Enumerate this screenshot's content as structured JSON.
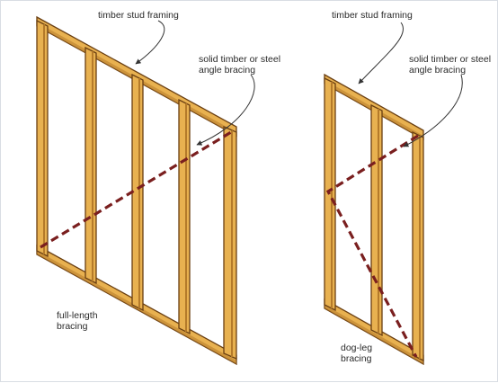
{
  "left_panel": {
    "callout_framing": "timber stud framing",
    "callout_bracing_line1": "solid timber or steel",
    "callout_bracing_line2": "angle bracing",
    "caption_line1": "full-length",
    "caption_line2": "bracing"
  },
  "right_panel": {
    "callout_framing": "timber stud framing",
    "callout_bracing_line1": "solid timber or steel",
    "callout_bracing_line2": "angle bracing",
    "caption_line1": "dog-leg",
    "caption_line2": "bracing"
  },
  "colors": {
    "timber_face": "#e8b150",
    "timber_shadow": "#b47a2a",
    "timber_outline": "#6a3f12",
    "bracing": "#7a1f1f",
    "text": "#2a2a2a"
  }
}
